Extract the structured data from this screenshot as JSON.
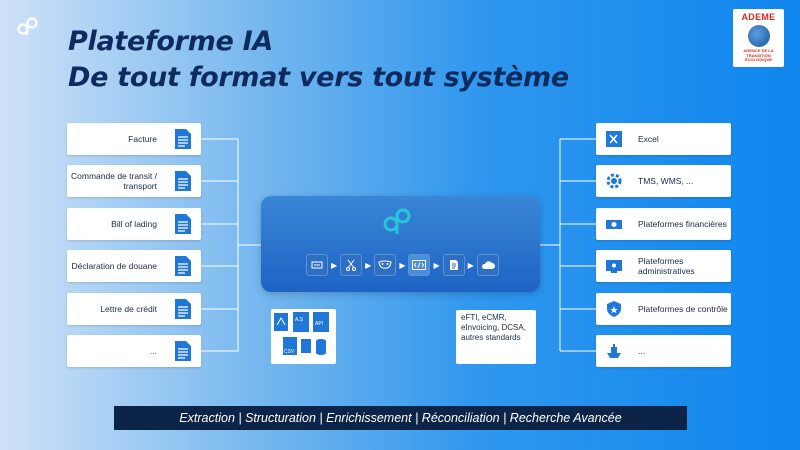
{
  "header": {
    "title_line1": "Plateforme IA",
    "title_line2": "De tout format vers tout système"
  },
  "badge": {
    "name": "ADEME",
    "subtitle_lines": [
      "AGENCE DE LA",
      "TRANSITION",
      "ÉCOLOGIQUE"
    ]
  },
  "inputs": [
    {
      "label": "Facture"
    },
    {
      "label": "Commande de transit / transport"
    },
    {
      "label": "Bill of lading"
    },
    {
      "label": "Déclaration de douane"
    },
    {
      "label": "Lettre de crédit"
    },
    {
      "label": "..."
    }
  ],
  "outputs": [
    {
      "label": "Excel",
      "icon": "excel-icon"
    },
    {
      "label": "TMS, WMS, ...",
      "icon": "gear-icon"
    },
    {
      "label": "Plateformes financières",
      "icon": "money-icon"
    },
    {
      "label": "Plateformes administratives",
      "icon": "screen-icon"
    },
    {
      "label": "Plateformes de contrôle",
      "icon": "shield-icon"
    },
    {
      "label": "...",
      "icon": "ship-icon"
    }
  ],
  "hub": {
    "steps": [
      "scan-icon",
      "scissors-icon",
      "mask-icon",
      "code-icon",
      "doc-icon",
      "cloud-icon"
    ]
  },
  "standards": {
    "text": "eFTI, eCMR, eInvoicing, DCSA, autres standards"
  },
  "footer": {
    "text": "Extraction | Structuration | Enrichissement | Réconciliation | Recherche Avancée"
  },
  "colors": {
    "title": "#0f2a5e",
    "doc": "#1f78d8",
    "hub": "#1e63c4",
    "footer": "#0b2447"
  }
}
